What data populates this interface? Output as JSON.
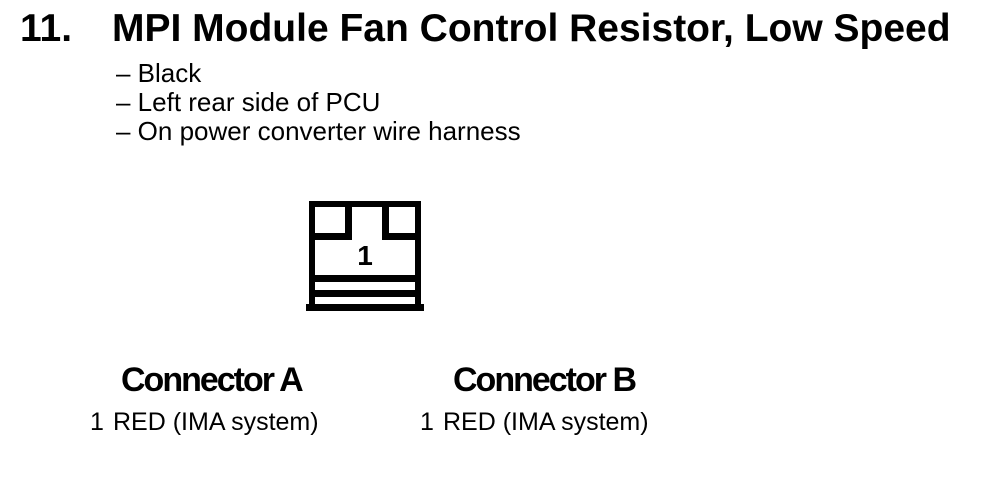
{
  "document": {
    "item_number": "11.",
    "title": "MPI Module Fan Control Resistor, Low Speed",
    "notes": [
      "– Black",
      "– Left rear side of PCU",
      "– On power converter wire harness"
    ]
  },
  "diagram": {
    "cavity_label": "1"
  },
  "connectors": [
    {
      "heading": "Connector A",
      "pins": [
        {
          "number": "1",
          "wire_color": "RED (IMA system)"
        }
      ]
    },
    {
      "heading": "Connector B",
      "pins": [
        {
          "number": "1",
          "wire_color": "RED (IMA system)"
        }
      ]
    }
  ],
  "colors": {
    "ink": "#000000",
    "paper": "#ffffff"
  }
}
